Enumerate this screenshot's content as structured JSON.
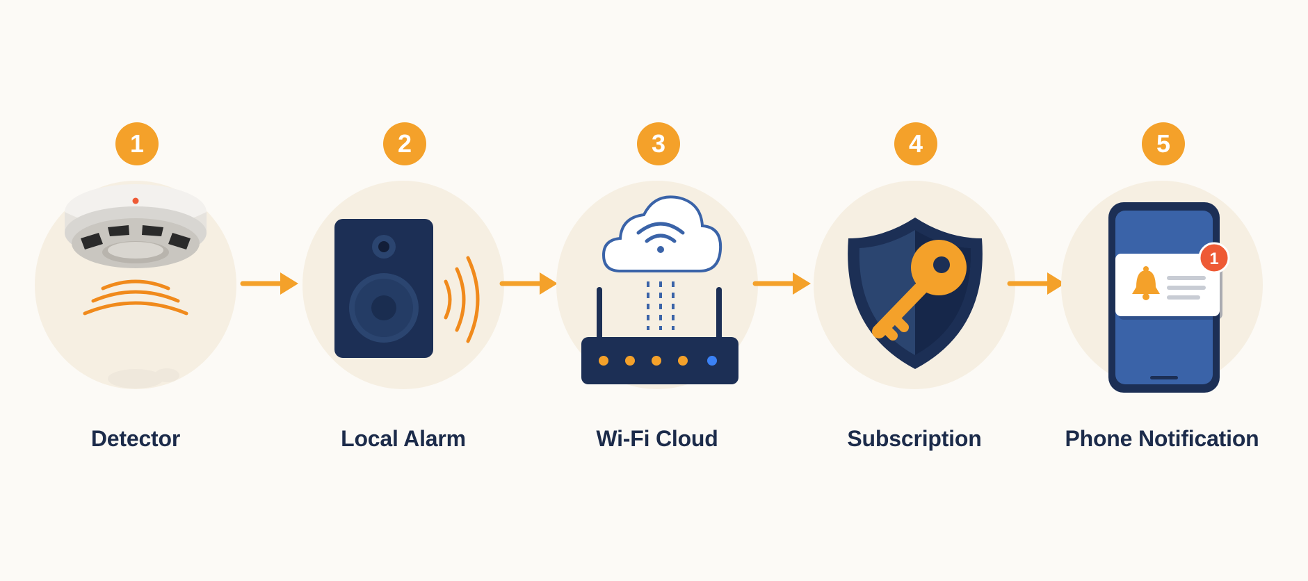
{
  "steps": [
    {
      "number": "1",
      "label": "Detector",
      "icon": "smoke-detector-icon"
    },
    {
      "number": "2",
      "label": "Local Alarm",
      "icon": "speaker-icon"
    },
    {
      "number": "3",
      "label": "Wi-Fi Cloud",
      "icon": "wifi-cloud-router-icon"
    },
    {
      "number": "4",
      "label": "Subscription",
      "icon": "shield-key-icon"
    },
    {
      "number": "5",
      "label": "Phone Notification",
      "icon": "phone-notification-icon"
    }
  ],
  "notification_badge": "1",
  "colors": {
    "accent": "#f4a12a",
    "navy": "#1c2b4a",
    "blue": "#3a63a8",
    "halo": "#f6efe2",
    "alert": "#ee5a35"
  }
}
